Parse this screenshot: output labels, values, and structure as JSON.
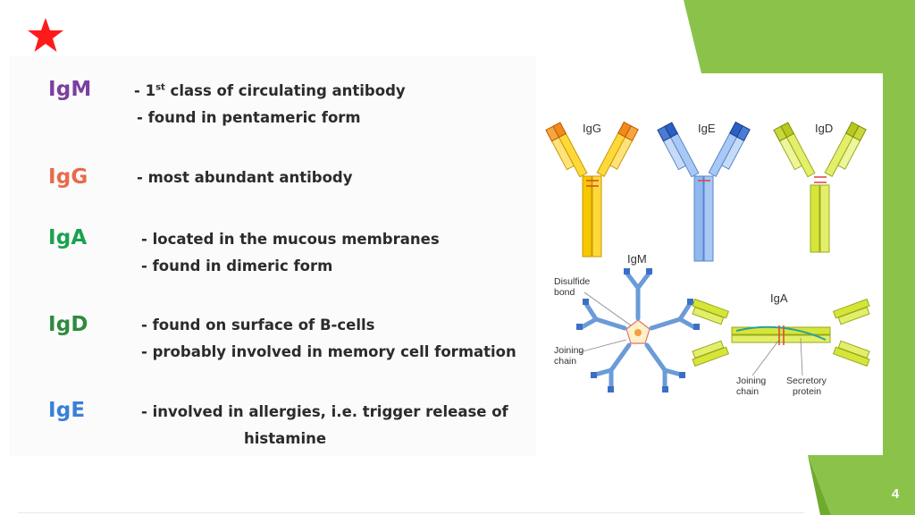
{
  "colors": {
    "green": "#8bc34a",
    "green_dark": "#6faa2e",
    "star": "#ff1a1a",
    "igm": "#7b3fa0",
    "igg": "#ea6a4a",
    "iga": "#1aa24e",
    "igd": "#2f8a3e",
    "ige": "#3a7fd8"
  },
  "items": [
    {
      "label": "IgM",
      "lines": [
        "- 1st class of circulating antibody",
        "- found in pentameric form"
      ]
    },
    {
      "label": "IgG",
      "lines": [
        "- most abundant antibody"
      ]
    },
    {
      "label": "IgA",
      "lines": [
        "- located in the mucous membranes",
        "- found in dimeric form"
      ]
    },
    {
      "label": "IgD",
      "lines": [
        "- found on surface of B-cells",
        "- probably involved in memory cell formation"
      ]
    },
    {
      "label": "IgE",
      "lines": [
        "- involved in allergies, i.e. trigger release of",
        "histamine"
      ]
    }
  ],
  "figure": {
    "igg": "IgG",
    "ige": "IgE",
    "igd": "IgD",
    "igm": "IgM",
    "iga": "IgA",
    "disulfide_1": "Disulfide",
    "disulfide_2": "bond",
    "joining_1": "Joining",
    "joining_2": "chain",
    "joining_b1": "Joining",
    "joining_b2": "chain",
    "secretory_1": "Secretory",
    "secretory_2": "protein"
  },
  "page_number": "4"
}
